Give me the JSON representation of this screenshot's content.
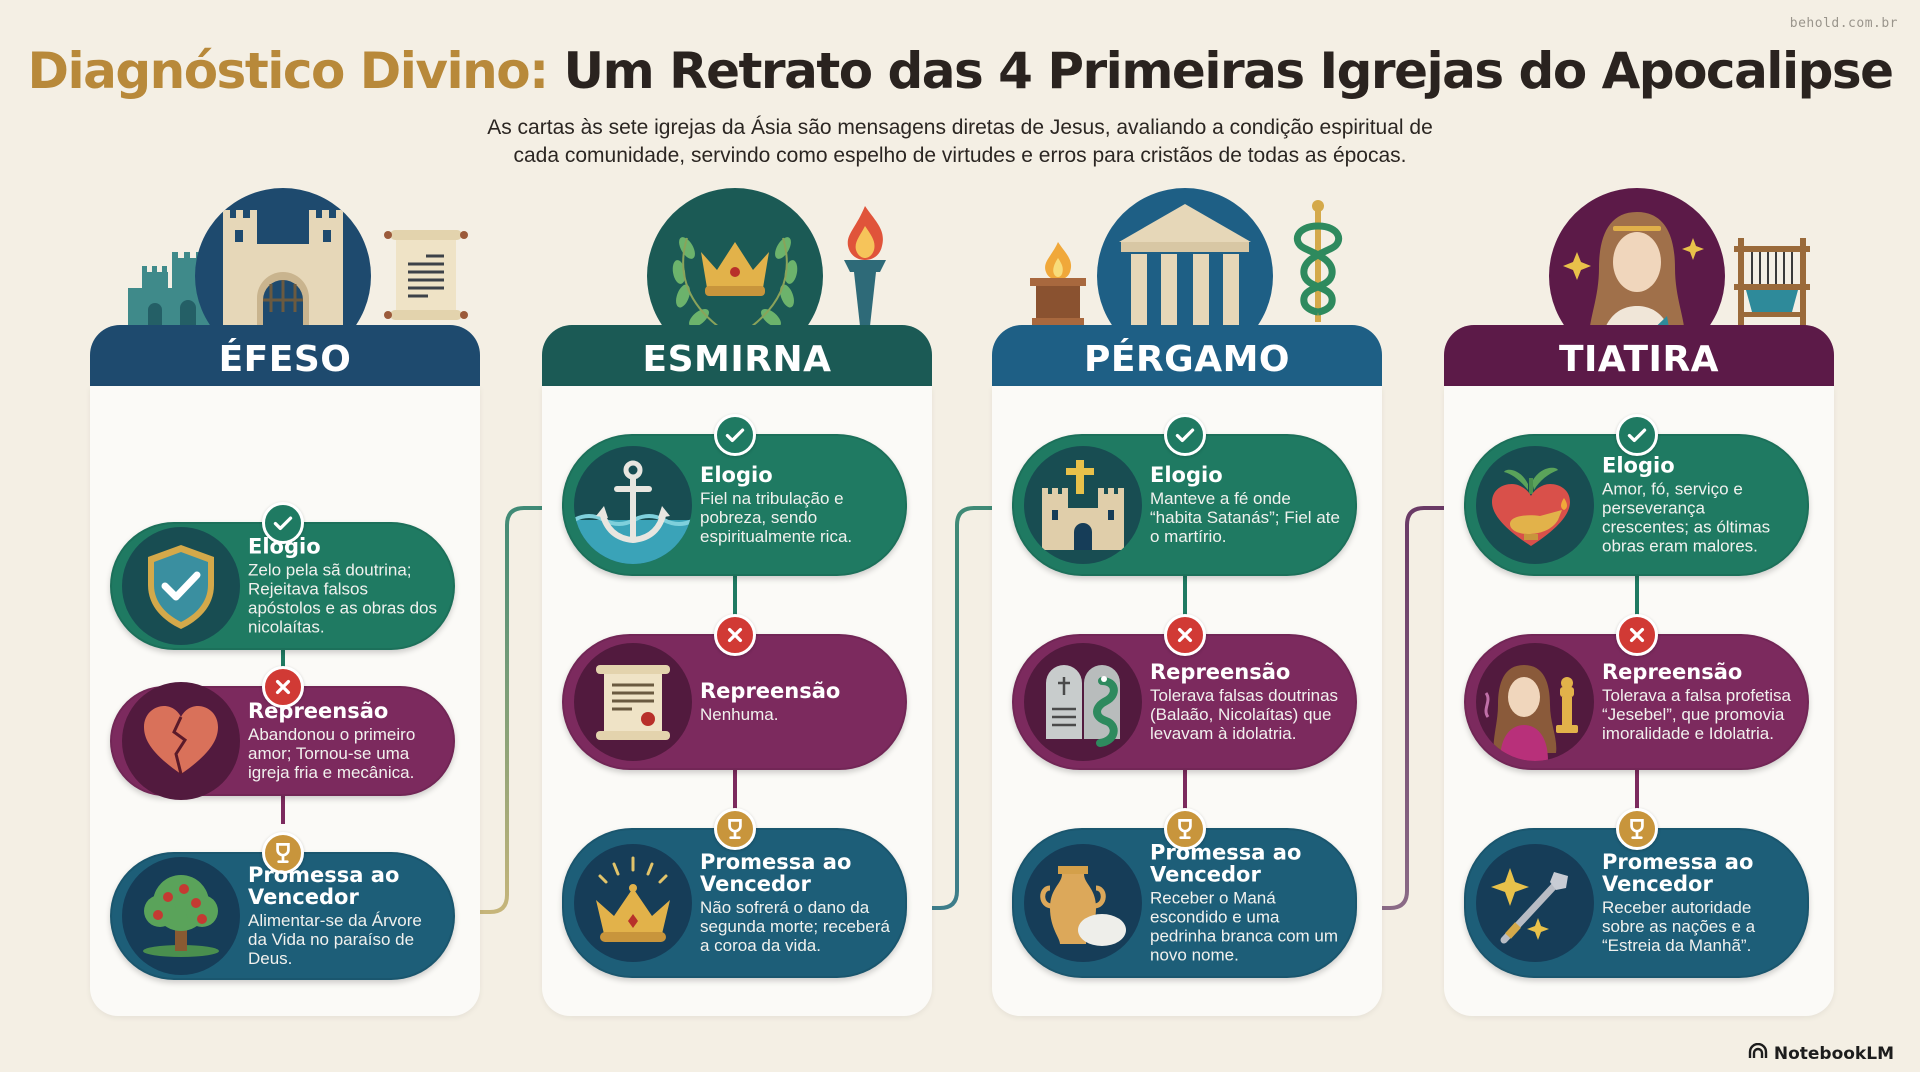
{
  "watermark": "behold.com.br",
  "header": {
    "title_highlight": "Diagnóstico Divino:",
    "title_rest": "Um Retrato das 4 Primeiras Igrejas do Apocalipse",
    "subtitle_line1": "As cartas às sete igrejas da Ásia são mensagens diretas de Jesus, avaliando a condição espiritual de",
    "subtitle_line2": "cada comunidade, servindo como espelho de virtudes e erros para cristãos de todas as épocas."
  },
  "colors": {
    "title_gold": "#b8893a",
    "praise_green": "#1f7a62",
    "rebuke_purple": "#7c2a5e",
    "promise_blue": "#1d5e78",
    "badge_red": "#d13a35",
    "badge_gold": "#c8953c",
    "background": "#f4efe4"
  },
  "churches": [
    {
      "name": "ÉFESO",
      "header_color": "#1e4a6e",
      "hero_icon": "castle-gate-icon",
      "side_icons": [
        "city-wall-icon",
        "scroll-icon"
      ],
      "praise": {
        "heading": "Elogio",
        "text": "Zelo pela sã doutrina; Rejeitava falsos apóstolos e as obras dos nicolaítas.",
        "icon": "shield-check-icon"
      },
      "rebuke": {
        "heading": "Repreensão",
        "text": "Abandonou o primeiro amor; Tornou-se uma igreja fria e mecânica.",
        "icon": "broken-heart-icon"
      },
      "promise": {
        "heading": "Promessa ao Vencedor",
        "text": "Alimentar-se da Árvore da Vida no paraíso de Deus.",
        "icon": "tree-of-life-icon"
      }
    },
    {
      "name": "ESMIRNA",
      "header_color": "#1b5a55",
      "hero_icon": "crown-laurel-icon",
      "side_icons": [
        "torch-icon"
      ],
      "praise": {
        "heading": "Elogio",
        "text": "Fiel na tribulação e pobreza, sendo espiritualmente rica.",
        "icon": "anchor-icon"
      },
      "rebuke": {
        "heading": "Repreensão",
        "text": "Nenhuma.",
        "icon": "sealed-scroll-icon"
      },
      "promise": {
        "heading": "Promessa ao Vencedor",
        "text": "Não sofrerá o dano da segunda morte; receberá a coroa da vida.",
        "icon": "crown-icon"
      }
    },
    {
      "name": "PÉRGAMO",
      "header_color": "#1e5f85",
      "hero_icon": "temple-icon",
      "side_icons": [
        "altar-fire-icon",
        "caduceus-icon"
      ],
      "praise": {
        "heading": "Elogio",
        "text": "Manteve a fé onde “habita Satanás”; Fiel ate o martírio.",
        "icon": "fortress-cross-icon"
      },
      "rebuke": {
        "heading": "Repreensão",
        "text": "Tolerava falsas doutrinas (Balaão, Nicolaítas) que levavam à idolatria.",
        "icon": "tablets-serpent-icon"
      },
      "promise": {
        "heading": "Promessa ao Vencedor",
        "text": "Receber o Maná escondido e uma pedrinha branca com um novo nome.",
        "icon": "jar-stone-icon"
      }
    },
    {
      "name": "TIATIRA",
      "header_color": "#5c1a48",
      "hero_icon": "woman-figure-icon",
      "side_icons": [
        "loom-icon"
      ],
      "praise": {
        "heading": "Elogio",
        "text": "Amor, fó, serviço e perseverança crescentes; as óltimas obras eram malores.",
        "icon": "heart-lamp-icon"
      },
      "rebuke": {
        "heading": "Repreensão",
        "text": "Tolerava a falsa profetisa “Jesebel”, que promovia imoralidade e Idolatria.",
        "icon": "jezebel-idol-icon"
      },
      "promise": {
        "heading": "Promessa ao Vencedor",
        "text": "Receber autoridade sobre as nações e a “Estreia da Manhã”.",
        "icon": "scepter-star-icon"
      }
    }
  ],
  "brand": {
    "label": "NotebookLM",
    "icon": "notebooklm-logo-icon"
  }
}
